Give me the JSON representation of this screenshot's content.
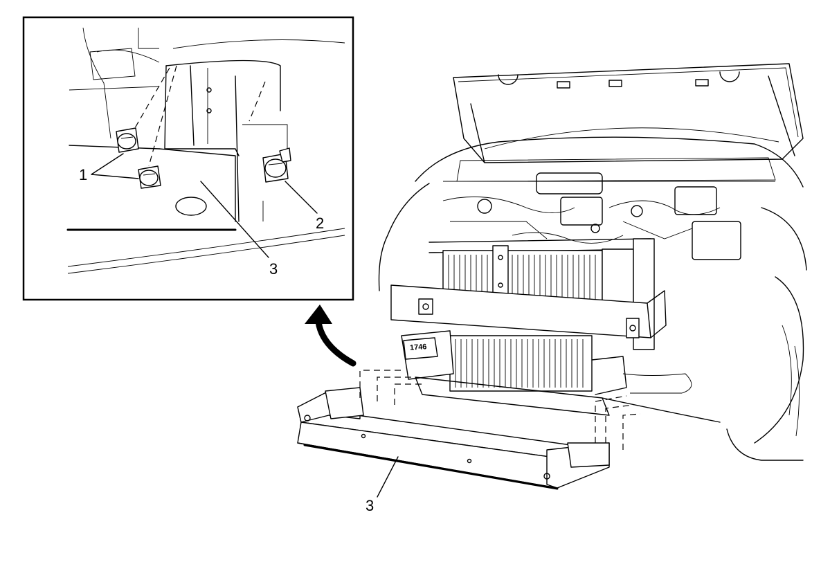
{
  "callouts": {
    "bolts": "1",
    "bolt_right": "2",
    "bar_detail": "3",
    "bar_main": "3"
  },
  "part_stamp": "1746",
  "colors": {
    "line": "#000000",
    "background": "#ffffff"
  }
}
